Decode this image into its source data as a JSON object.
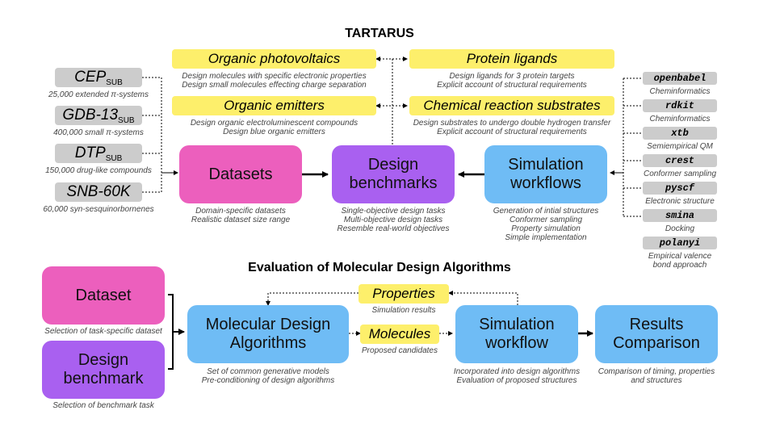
{
  "top_title": "TARTARUS",
  "yellow_top": [
    {
      "label": "Organic photovoltaics",
      "caption": "Design molecules with specific electronic properties\nDesign small molecules effecting charge separation"
    },
    {
      "label": "Protein ligands",
      "caption": "Design ligands for 3 protein targets\nExplicit account of structural requirements"
    },
    {
      "label": "Organic emitters",
      "caption": "Design organic electroluminescent compounds\nDesign blue organic emitters"
    },
    {
      "label": "Chemical reaction substrates",
      "caption": "Design substrates to undergo double hydrogen transfer\nExplicit account of structural requirements"
    }
  ],
  "datasets_list": [
    {
      "name": "CEP",
      "sub": "SUB",
      "caption": "25,000 extended π-systems"
    },
    {
      "name": "GDB-13",
      "sub": "SUB",
      "caption": "400,000 small π-systems"
    },
    {
      "name": "DTP",
      "sub": "SUB",
      "caption": "150,000 drug-like compounds"
    },
    {
      "name": "SNB-60K",
      "sub": "",
      "caption": "60,000 syn-sesquinorbornenes"
    }
  ],
  "top_main": {
    "datasets": {
      "label": "Datasets",
      "caption": "Domain-specific datasets\nRealistic dataset size range"
    },
    "design_benchmarks": {
      "label": "Design\nbenchmarks",
      "caption": "Single-objective design tasks\nMulti-objective design tasks\nResemble real-world objectives"
    },
    "simulation_workflows": {
      "label": "Simulation\nworkflows",
      "caption": "Generation of intial structures\nConformer sampling\nProperty simulation\nSimple implementation"
    }
  },
  "tools": [
    {
      "name": "openbabel",
      "caption": "Cheminformatics"
    },
    {
      "name": "rdkit",
      "caption": "Cheminformatics"
    },
    {
      "name": "xtb",
      "caption": "Semiempirical QM"
    },
    {
      "name": "crest",
      "caption": "Conformer sampling"
    },
    {
      "name": "pyscf",
      "caption": "Electronic structure"
    },
    {
      "name": "smina",
      "caption": "Docking"
    },
    {
      "name": "polanyi",
      "caption": "Empirical valence\nbond approach"
    }
  ],
  "bottom_title": "Evaluation of Molecular Design Algorithms",
  "bottom": {
    "dataset": {
      "label": "Dataset",
      "caption": "Selection of task-specific dataset"
    },
    "design_benchmark": {
      "label": "Design\nbenchmark",
      "caption": "Selection of benchmark task"
    },
    "mda": {
      "label": "Molecular Design\nAlgorithms",
      "caption": "Set of common generative models\nPre-conditioning of design algorithms"
    },
    "properties": {
      "label": "Properties",
      "caption": "Simulation results"
    },
    "molecules": {
      "label": "Molecules",
      "caption": "Proposed candidates"
    },
    "sim_workflow": {
      "label": "Simulation\nworkflow",
      "caption": "Incorporated into design algorithms\nEvaluation of proposed structures"
    },
    "results": {
      "label": "Results\nComparison",
      "caption": "Comparison of timing, properties\nand structures"
    }
  },
  "colors": {
    "pink": "#ec5fbd",
    "purple": "#a960f0",
    "blue": "#6fbcf5",
    "yellow": "#fdef6b",
    "gray": "#cccccc"
  }
}
